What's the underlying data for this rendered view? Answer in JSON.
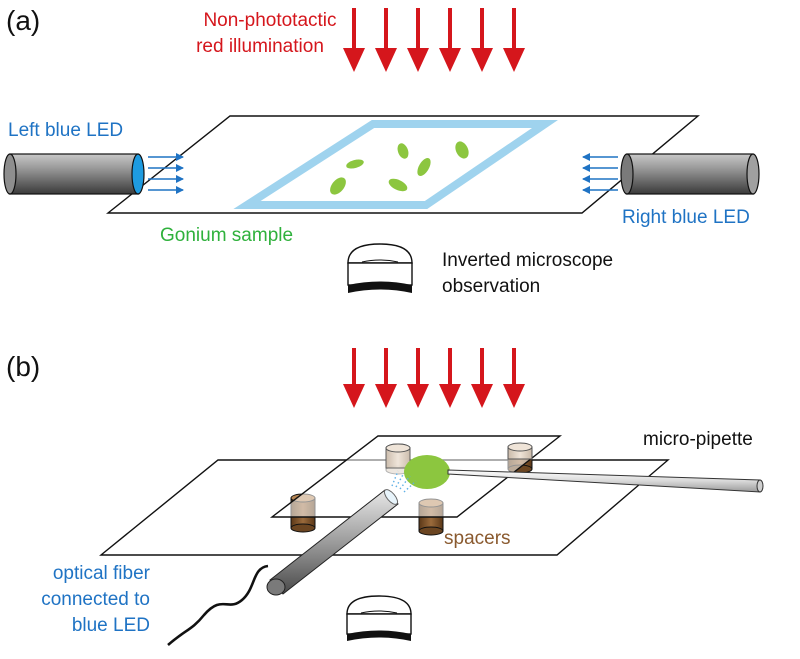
{
  "panel_a": {
    "label": "(a)",
    "illumination": [
      "Non-phototactic",
      "red illumination"
    ],
    "left_led": "Left blue LED",
    "right_led": "Right blue LED",
    "sample": "Gonium sample",
    "microscope": [
      "Inverted microscope",
      "observation"
    ]
  },
  "panel_b": {
    "label": "(b)",
    "pipette": "micro-pipette",
    "spacers": "spacers",
    "fiber": [
      "optical fiber",
      "connected to",
      "blue LED"
    ]
  },
  "colors": {
    "red": "#d5161c",
    "blue": "#1f73c4",
    "light_blue": "#9fd3ee",
    "green": "#8cc63f",
    "brown": "#8a5a2f",
    "black": "#111111"
  },
  "icons": [
    "down-arrow-icon",
    "led-cylinder-icon",
    "microscope-objective-icon",
    "spacer-cylinder-icon"
  ]
}
